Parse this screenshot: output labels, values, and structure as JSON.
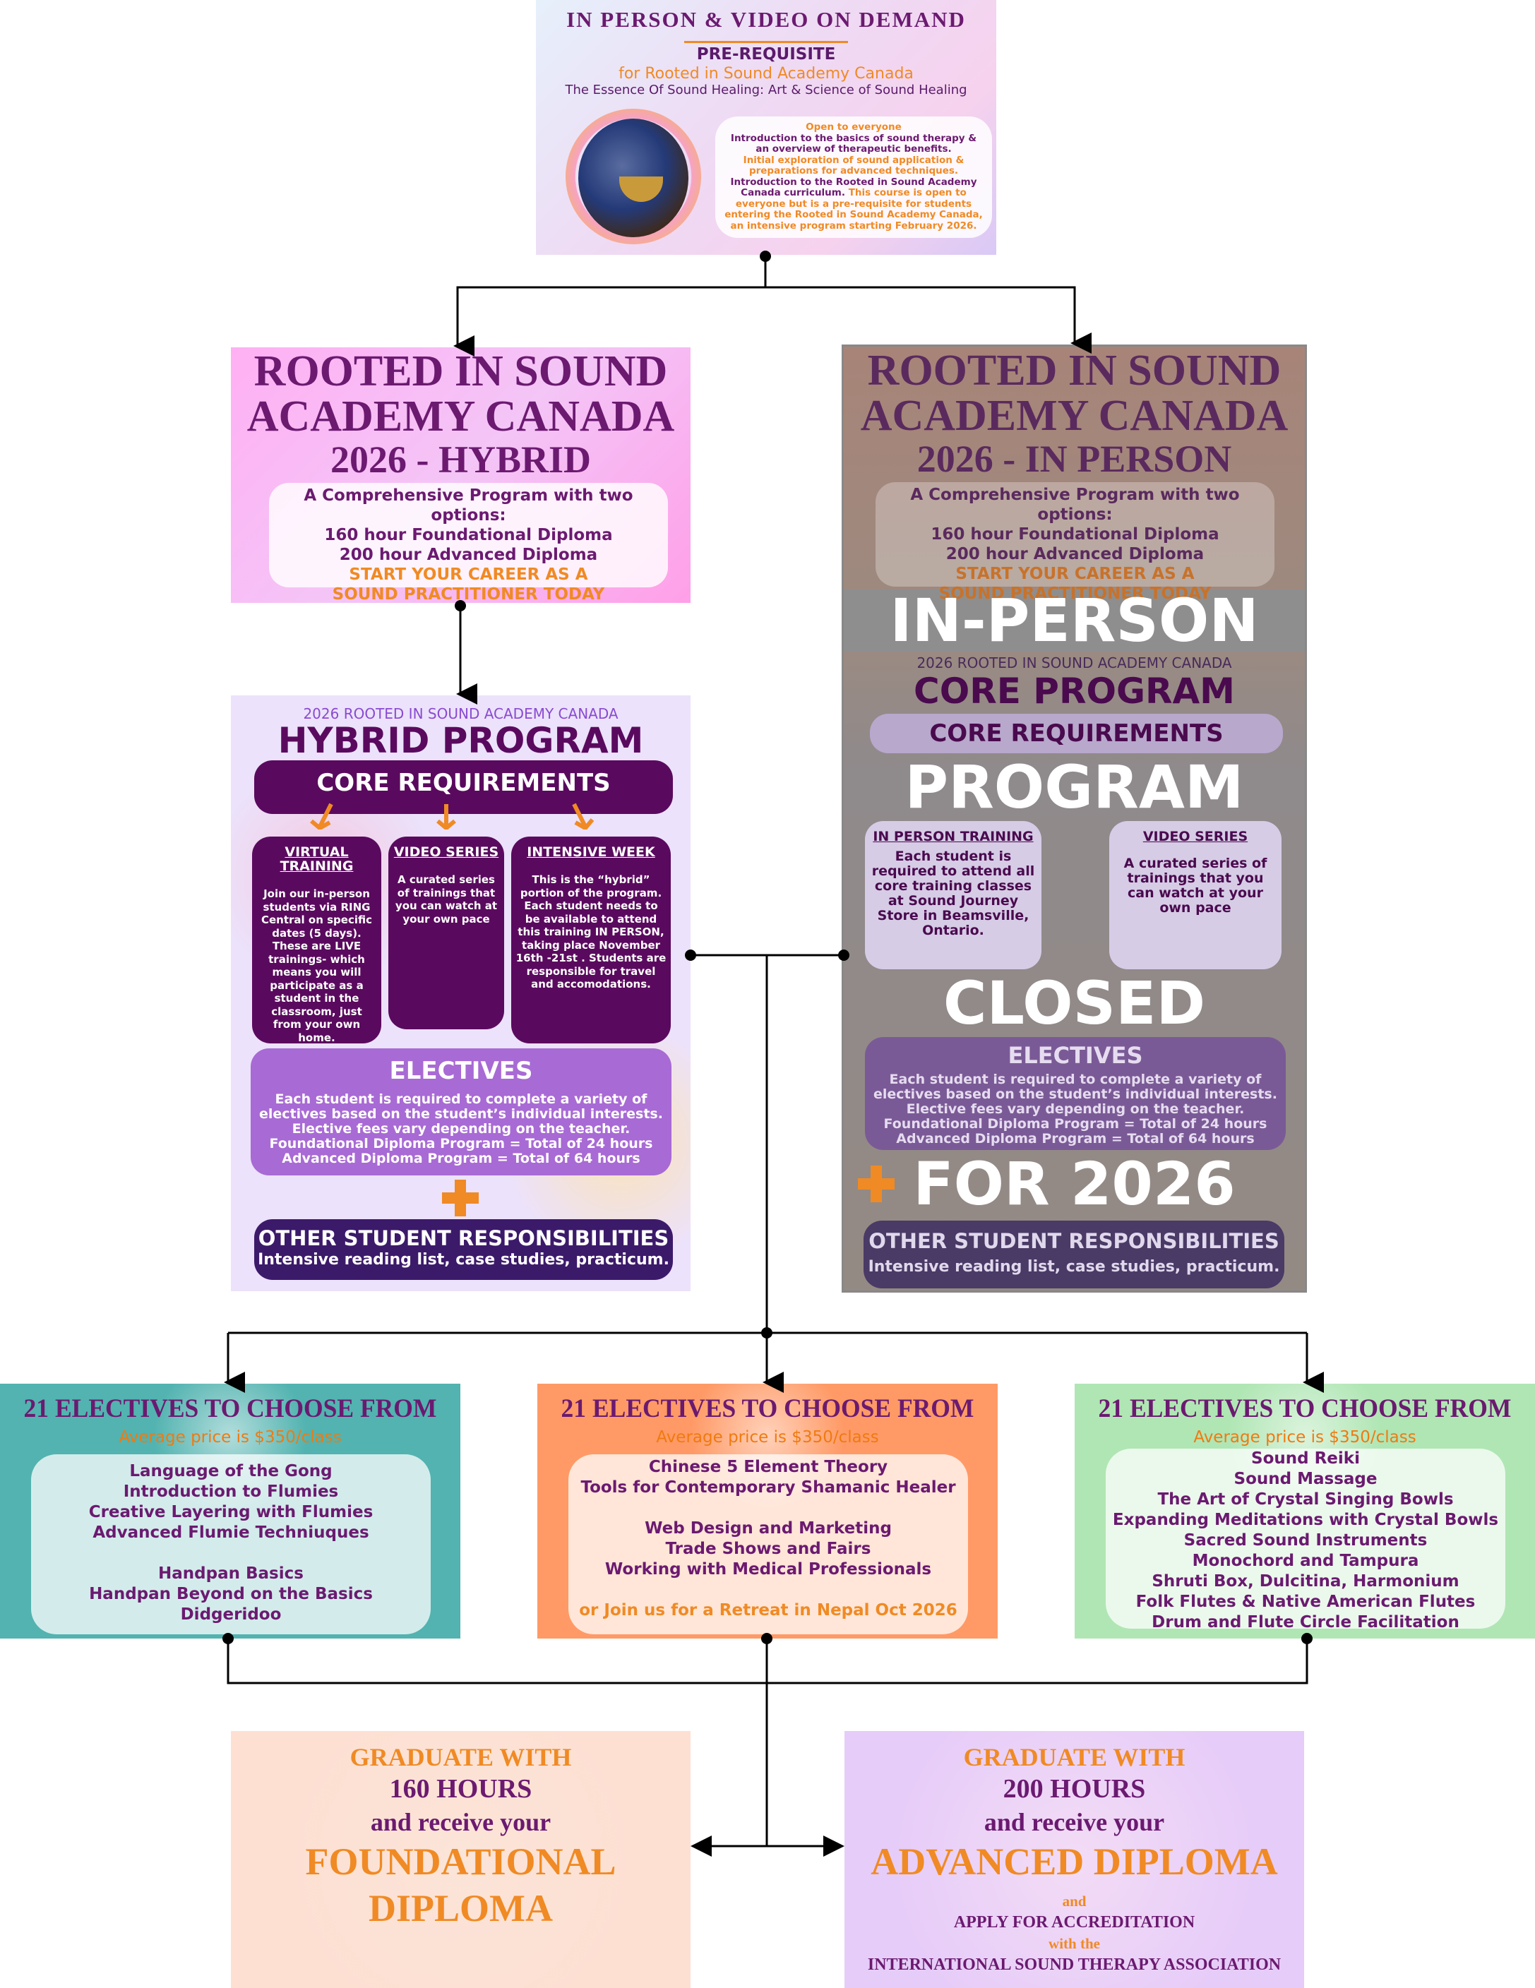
{
  "prereq": {
    "title": "IN PERSON & VIDEO ON DEMAND",
    "label": "PRE-REQUISITE",
    "for": "for Rooted in Sound Academy Canada",
    "course": "The Essence Of Sound Healing: Art & Science of Sound Healing",
    "lines": [
      {
        "text": "Open to everyone",
        "color": "orange"
      },
      {
        "text": "Introduction to the basics of sound therapy &",
        "color": "purple"
      },
      {
        "text": "an overview of therapeutic benefits.",
        "color": "purple"
      },
      {
        "text": "Initial exploration of sound application &",
        "color": "orange"
      },
      {
        "text": "preparations for advanced techniques.",
        "color": "orange"
      },
      {
        "text": "Introduction to the Rooted in Sound Academy",
        "color": "purple"
      },
      {
        "text": "Canada curriculum.",
        "color": "purple",
        "tail": " This course is open to"
      },
      {
        "text": "everyone but is a pre-requisite for students",
        "color": "orange"
      },
      {
        "text": "entering the Rooted in Sound Academy Canada,",
        "color": "orange"
      },
      {
        "text": "an intensive program starting February 2026.",
        "color": "orange"
      }
    ]
  },
  "hybrid": {
    "title1": "ROOTED IN SOUND",
    "title2": "ACADEMY CANADA",
    "title3": "2026 - HYBRID",
    "pill": [
      "A Comprehensive Program with two options:",
      "160 hour Foundational Diploma",
      "200 hour Advanced Diploma"
    ],
    "cta": [
      "START YOUR CAREER AS A",
      "SOUND PRACTITIONER TODAY"
    ]
  },
  "hybrid_program": {
    "sub": "2026 ROOTED IN SOUND ACADEMY CANADA",
    "title": "HYBRID PROGRAM",
    "core": "CORE REQUIREMENTS",
    "cols": [
      {
        "head": "VIRTUAL TRAINING",
        "body": "Join our in-person students via RING Central on specific dates (5 days). These are LIVE trainings- which means you will participate as a student in the classroom, just from your own home."
      },
      {
        "head": "VIDEO SERIES",
        "body": "A curated series of trainings that you can watch at your own pace"
      },
      {
        "head": "INTENSIVE WEEK",
        "body": "This is the “hybrid” portion of the program. Each student needs to be available to attend this training IN PERSON,  taking place November 16th -21st . Students are responsible for travel and accomodations."
      }
    ],
    "electives_title": "ELECTIVES",
    "electives_lines": [
      "Each student is required to complete a variety of",
      "electives based on the student’s individual interests.",
      "Elective fees vary depending on the teacher.",
      "Foundational Diploma Program = Total of 24 hours",
      "Advanced Diploma Program = Total of 64 hours"
    ],
    "other_title": "OTHER STUDENT RESPONSIBILITIES",
    "other_body": "Intensive reading list, case studies, practicum."
  },
  "inperson": {
    "title1": "ROOTED IN SOUND",
    "title2": "ACADEMY CANADA",
    "title3": "2026 - IN PERSON",
    "pill": [
      "A Comprehensive Program with two options:",
      "160 hour Foundational Diploma",
      "200 hour Advanced Diploma"
    ],
    "cta": [
      "START YOUR CAREER AS A",
      "SOUND PRACTITIONER TODAY"
    ],
    "sub": "2026 ROOTED IN SOUND ACADEMY CANADA",
    "title": "CORE PROGRAM",
    "core": "CORE REQUIREMENTS",
    "cols": [
      {
        "head": "IN PERSON TRAINING",
        "body": "Each student is required to attend all core training classes at Sound Journey Store in Beamsville, Ontario."
      },
      {
        "head": "VIDEO SERIES",
        "body": "A curated series of trainings that you can watch at your own pace"
      }
    ],
    "electives_title": "ELECTIVES",
    "electives_lines": [
      "Each student is required to complete a variety of",
      "electives based on the student’s individual interests.",
      "Elective fees vary depending on the teacher.",
      "Foundational Diploma Program = Total of 24 hours",
      "Advanced Diploma Program = Total of 64 hours"
    ],
    "other_title": "OTHER STUDENT RESPONSIBILITIES",
    "other_body": "Intensive reading list, case studies, practicum.",
    "closed_overlay": [
      "IN-",
      "PERSON",
      "PROGRAM",
      "CLOSED",
      "FOR 2026"
    ]
  },
  "electives": [
    {
      "title": "21 ELECTIVES TO CHOOSE FROM",
      "price": "Average price is $350/class",
      "color": "#52b3b0",
      "items": [
        "Language of the Gong",
        "Introduction to Flumies",
        "Creative Layering with Flumies",
        "Advanced Flumie Techniuques",
        "",
        "Handpan Basics",
        "Handpan Beyond on the Basics",
        "Didgeridoo"
      ]
    },
    {
      "title": "21 ELECTIVES TO CHOOSE FROM",
      "price": "Average price is $350/class",
      "color": "#ff9a66",
      "items": [
        "Chinese 5 Element Theory",
        "Tools for Contemporary Shamanic Healer",
        "",
        "Web Design and Marketing",
        "Trade Shows and Fairs",
        "Working with Medical Professionals",
        ""
      ],
      "footer": "or Join us for a Retreat in Nepal Oct 2026"
    },
    {
      "title": "21 ELECTIVES TO CHOOSE FROM",
      "price": "Average price is $350/class",
      "color": "#b0e6b4",
      "items": [
        "Sound Reiki",
        "Sound Massage",
        "The Art of Crystal Singing Bowls",
        "Expanding Meditations with Crystal Bowls",
        "Sacred Sound Instruments",
        "Monochord and Tampura",
        "Shruti Box, Dulcitina, Harmonium",
        "Folk Flutes & Native American Flutes",
        "Drum and Flute Circle Facilitation"
      ]
    }
  ],
  "graduate_foundational": {
    "l1": "GRADUATE WITH",
    "l2": "160 HOURS",
    "l3": "and receive your",
    "l4": "FOUNDATIONAL",
    "l5": "DIPLOMA"
  },
  "graduate_advanced": {
    "l1": "GRADUATE WITH",
    "l2": "200 HOURS",
    "l3": "and receive your",
    "l4": "ADVANCED DIPLOMA",
    "l5": "and",
    "l6": "APPLY FOR ACCREDITATION",
    "l7": "with the",
    "l8": "INTERNATIONAL SOUND THERAPY ASSOCIATION"
  },
  "colors": {
    "purple": "#6b1a70",
    "orange": "#f08a24",
    "dark_purple": "#5a0a5e"
  }
}
